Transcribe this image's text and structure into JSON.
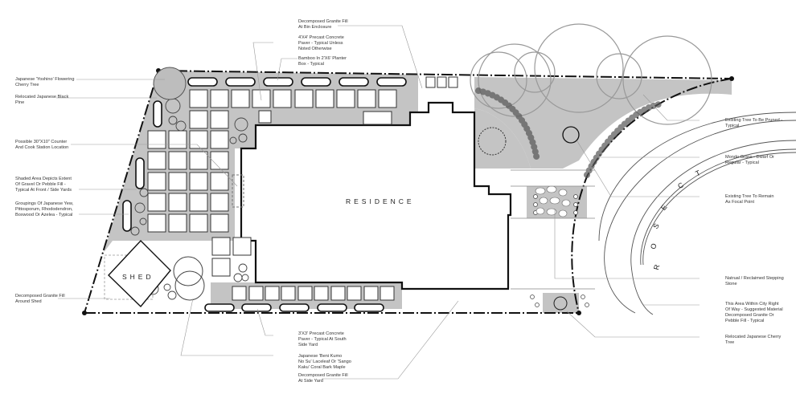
{
  "plan": {
    "building_label": "RESIDENCE",
    "shed_label": "SHED",
    "street_label_letters": [
      "R",
      "O",
      "S",
      "E",
      "C",
      "T"
    ],
    "colors": {
      "gravel_fill": "#c4c4c4",
      "line_dark": "#111111",
      "line_light": "#888888",
      "leader": "#9a9a9a",
      "paper": "#ffffff"
    }
  },
  "annotations": {
    "left": [
      {
        "id": "yoshino-cherry",
        "text": "Japanese 'Yoshino' Flowering\nCherry Tree"
      },
      {
        "id": "black-pine",
        "text": "Relocated Japanese Black\nPine"
      },
      {
        "id": "counter",
        "text": "Possible 30\"X10\" Counter\nAnd Cook Station Location"
      },
      {
        "id": "shaded-area",
        "text": "Shaded Area Depicts Extent\nOf Gravel Or Pebble Fill -\nTypical At Front / Side Yards"
      },
      {
        "id": "groupings",
        "text": "Groupings Of Japanese Yew,\nPittosporum, Rhododendron,\nBoxwood Or Azelea - Typical"
      },
      {
        "id": "granite-shed",
        "text": "Decomposed Granite Fill\nAround Shed"
      }
    ],
    "top": [
      {
        "id": "granite-bin",
        "text": "Decomposed Granite Fill\nAt Bin Enclosure"
      },
      {
        "id": "paver-4x4",
        "text": "4'X4' Precast Concrete\nPaver - Typical Unless\nNoted Otherwise"
      },
      {
        "id": "bamboo",
        "text": "Bamboo In 2'X6' Planter\nBox - Typical"
      }
    ],
    "bottom": [
      {
        "id": "paver-3x3",
        "text": "3'X3' Precast Concrete\nPaver - Typical At South\nSide Yard"
      },
      {
        "id": "maple",
        "text": "Japanese 'Beni Kumo\nNo Su' Laceleaf Or 'Sango\nKaku' Coral Bark Maple"
      },
      {
        "id": "granite-side",
        "text": "Decomposed Granite Fill\nAt Side Yard"
      }
    ],
    "right": [
      {
        "id": "tree-pruned",
        "text": "Existing Tree To Be Pruned -\nTypical"
      },
      {
        "id": "mondo-grass",
        "text": "Mondo Grass - Dwarf Or\nRegular - Typical"
      },
      {
        "id": "focal-tree",
        "text": "Existing Tree To Remain\nAs Focal Point"
      },
      {
        "id": "stepping-stone",
        "text": "Natrual / Reclaimed Stepping\nStone"
      },
      {
        "id": "right-of-way",
        "text": "This Area Within City Right\nOf Way - Suggested Material\nDecomposed Granite Or\nPebble Fill - Typical"
      },
      {
        "id": "relocated-cherry",
        "text": "Relocated Japanese Cherry\nTree"
      }
    ]
  }
}
